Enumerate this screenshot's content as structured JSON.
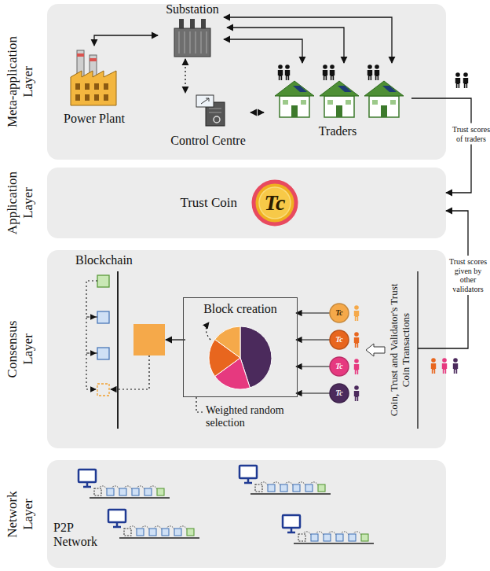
{
  "diagram": {
    "nodes": [
      {
        "text": [
          "Meta-application Layer"
        ]
      },
      {
        "text": [
          "Substation"
        ],
        "in": 0
      },
      {
        "text": [
          "Power Plant"
        ],
        "in": 0
      },
      {
        "text": [
          "Control Centre"
        ],
        "in": 0
      },
      {
        "text": [
          "Traders"
        ],
        "in": 0
      },
      {
        "text": [
          "Application Layer"
        ]
      },
      {
        "text": [
          "Trust Coin",
          "Tc"
        ],
        "in": 5
      },
      {
        "text": [
          "Consensus Layer"
        ]
      },
      {
        "text": [
          "Block creation"
        ],
        "in": 7
      },
      {
        "text": [
          "Network Layer"
        ]
      }
    ],
    "edges": [
      {
        "from": 2,
        "to": 1,
        "arrow": "both"
      },
      {
        "from": 1,
        "to": 3,
        "arrow": "both"
      },
      {
        "from": 3,
        "to": 4,
        "arrow": "both"
      },
      {
        "from": 1,
        "to": 4,
        "arrow": "both"
      },
      {
        "from": 4,
        "to": 5,
        "label": "Trust scores of traders",
        "arrow": "to"
      },
      {
        "from": 7,
        "to": 5,
        "label": "Trust scores given by other validators",
        "arrow": "to"
      }
    ],
    "labels": [
      "Blockchain",
      "Tc",
      "Tc",
      "Tc",
      "Tc",
      "Coin, Trust and Validator's Trust Coin Transactions",
      "Weighted random selection",
      "P2P Network"
    ]
  }
}
